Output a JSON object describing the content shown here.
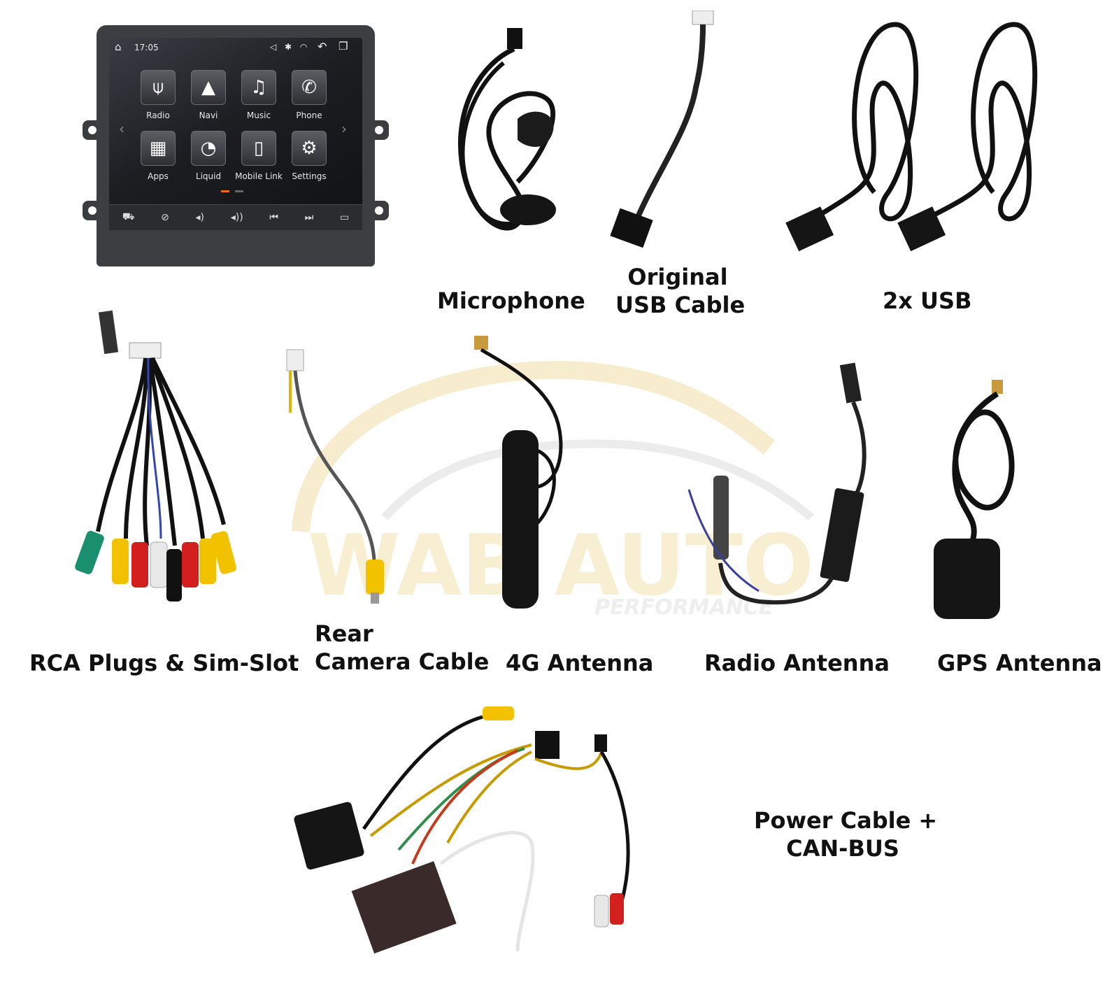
{
  "head_unit": {
    "status_time": "17:05",
    "apps": [
      {
        "label": "Radio",
        "icon": "radio-antenna-icon"
      },
      {
        "label": "Navi",
        "icon": "navigation-arrow-icon"
      },
      {
        "label": "Music",
        "icon": "music-note-icon"
      },
      {
        "label": "Phone",
        "icon": "phone-icon"
      },
      {
        "label": "Apps",
        "icon": "grid-icon"
      },
      {
        "label": "Liquid",
        "icon": "gauge-icon"
      },
      {
        "label": "Mobile Link",
        "icon": "smartphone-icon"
      },
      {
        "label": "Settings",
        "icon": "gear-icon"
      }
    ]
  },
  "captions": {
    "microphone": "Microphone",
    "usb_line1": "Original",
    "usb_line2": "USB Cable",
    "dual_usb": "2x USB",
    "rca": "RCA Plugs & Sim-Slot",
    "rear_line1": "Rear",
    "rear_line2": "Camera Cable",
    "antenna_4g": "4G Antenna",
    "radio_antenna": "Radio Antenna",
    "gps_antenna": "GPS Antenna",
    "power_line1": "Power Cable +",
    "power_line2": "CAN-BUS"
  },
  "watermark": {
    "line1": "WAB AUTO",
    "line2": "PERFORMANCE"
  },
  "colors": {
    "rca_yellow": "#f2c200",
    "rca_red": "#d41f1f",
    "rca_white": "#e8e8e8",
    "rca_green": "#1a8f6e",
    "cable": "#111111"
  }
}
